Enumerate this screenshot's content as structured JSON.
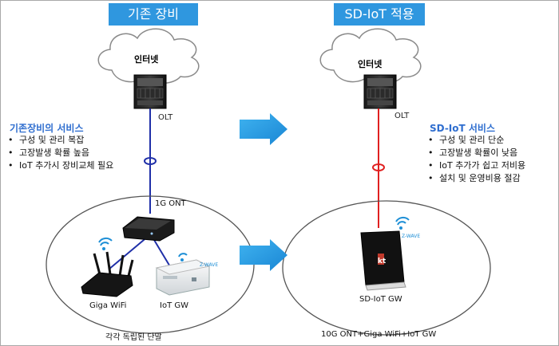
{
  "left": {
    "header": "기존 장비",
    "cloud_label": "인터넷",
    "olt_label": "OLT",
    "services": {
      "title": "기존장비의 서비스",
      "items": [
        "구성 및 관리 복잡",
        "고장발생 확률 높음",
        "IoT 추가시 장비교체 필요"
      ]
    },
    "ont_label": "1G ONT",
    "wifi_label": "Giga WiFi",
    "iot_label": "IoT GW",
    "footer": "각각 독립된 단말"
  },
  "right": {
    "header": "SD-IoT 적용",
    "cloud_label": "인터넷",
    "olt_label": "OLT",
    "services": {
      "title": "SD-IoT 서비스",
      "items": [
        "구성 및 관리 단순",
        "고장발생 확률이 낮음",
        "IoT 추가가 쉽고 저비용",
        "설치 및 운영비용 절감"
      ]
    },
    "device_label": "SD-IoT GW",
    "footer": "10G ONT+Giga WiFi+IoT GW"
  },
  "colors": {
    "header_bg": "#2f97df",
    "arrow": "#1e9ae0",
    "legacy_link": "#1f2fa8",
    "sdiot_link": "#e02020",
    "service_title": "#2f6ecf"
  },
  "icons": [
    "cloud-icon",
    "olt-rack-icon",
    "arrow-right-icon",
    "router-icon",
    "wifi-signal-icon",
    "gateway-icon"
  ]
}
